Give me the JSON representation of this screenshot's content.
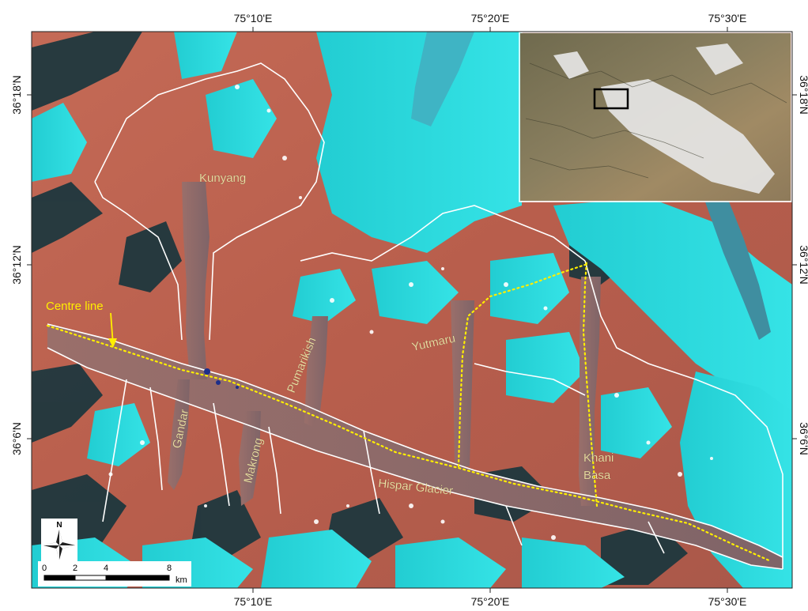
{
  "map": {
    "top_ticks": [
      "75°10'E",
      "75°20'E",
      "75°30'E"
    ],
    "bottom_ticks": [
      "75°10'E",
      "75°20'E",
      "75°30'E"
    ],
    "left_ticks": [
      "36°18'N",
      "36°12'N",
      "36°6'N"
    ],
    "right_ticks": [
      "36°18'N",
      "36°12'N",
      "36°6'N"
    ],
    "labels": {
      "kunyang": "Kunyang",
      "yutmaru": "Yutmaru",
      "pumarikish": "Pumarikish",
      "gandar": "Gandar",
      "makrong": "Makrong",
      "hispar": "Hispar Glacier",
      "khani": "Khani",
      "basa": "Basa",
      "centre_line": "Centre line"
    },
    "scale": {
      "ticks": [
        "0",
        "2",
        "4",
        "8"
      ],
      "unit": "km"
    },
    "north": "N",
    "colors": {
      "ice": "#27d6da",
      "rock": "#c86a55",
      "debris": "#8f6e6c",
      "outline": "#ffffff",
      "centre_line": "#ffef00",
      "inset_frame": "#000000"
    }
  }
}
